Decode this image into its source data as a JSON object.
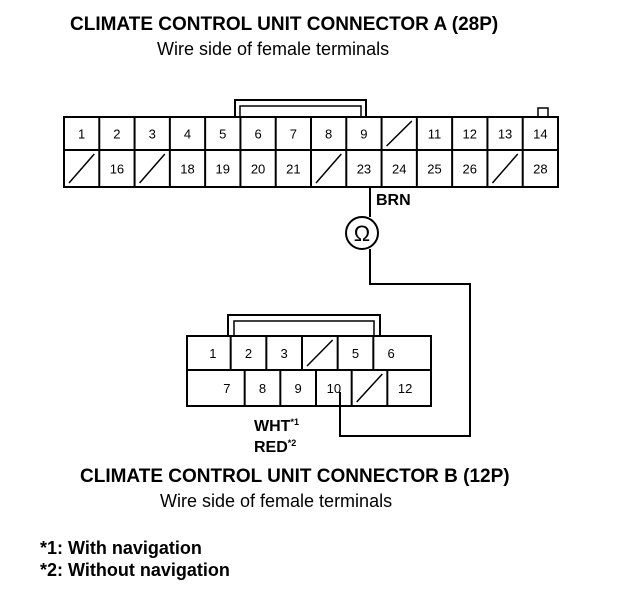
{
  "connector_a": {
    "title": "CLIMATE CONTROL UNIT CONNECTOR A (28P)",
    "subtitle": "Wire side of female terminals",
    "top_row": [
      "1",
      "2",
      "3",
      "4",
      "5",
      "6",
      "7",
      "8",
      "9",
      "",
      "11",
      "12",
      "13",
      "14"
    ],
    "bottom_row": [
      "",
      "16",
      "",
      "18",
      "19",
      "20",
      "21",
      "",
      "23",
      "24",
      "25",
      "26",
      "",
      "28"
    ],
    "wire_label": "BRN"
  },
  "meter_symbol": "Ω",
  "connector_b": {
    "title": "CLIMATE CONTROL UNIT CONNECTOR B (12P)",
    "subtitle": "Wire side of female terminals",
    "top_row": [
      "1",
      "2",
      "3",
      "",
      "5",
      "6"
    ],
    "bottom_row": [
      "7",
      "8",
      "9",
      "10",
      "",
      "12"
    ],
    "wire_label_1": "WHT",
    "wire_label_1_mark": "*1",
    "wire_label_2": "RED",
    "wire_label_2_mark": "*2"
  },
  "notes": [
    "*1: With navigation",
    "*2: Without navigation"
  ]
}
